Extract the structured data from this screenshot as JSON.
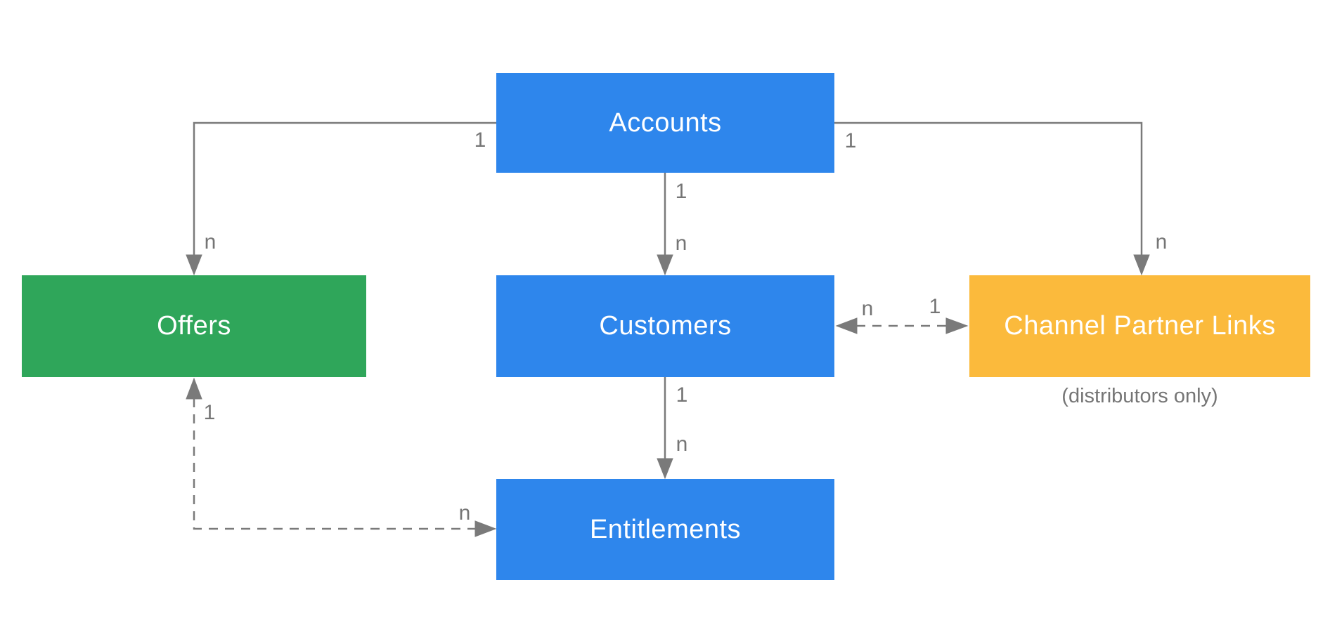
{
  "diagram": {
    "entities": {
      "accounts": {
        "label": "Accounts"
      },
      "offers": {
        "label": "Offers"
      },
      "customers": {
        "label": "Customers"
      },
      "channel_partner_links": {
        "label": "Channel Partner Links",
        "note": "(distributors only)"
      },
      "entitlements": {
        "label": "Entitlements"
      }
    },
    "relationships": {
      "accounts_offers": {
        "from": "Accounts",
        "to": "Offers",
        "from_card": "1",
        "to_card": "n",
        "line": "solid",
        "arrows": "to"
      },
      "accounts_customers": {
        "from": "Accounts",
        "to": "Customers",
        "from_card": "1",
        "to_card": "n",
        "line": "solid",
        "arrows": "to"
      },
      "accounts_channel_partner_links": {
        "from": "Accounts",
        "to": "Channel Partner Links",
        "from_card": "1",
        "to_card": "n",
        "line": "solid",
        "arrows": "to"
      },
      "customers_channel_partner_links": {
        "from": "Customers",
        "to": "Channel Partner Links",
        "from_card": "n",
        "to_card": "1",
        "line": "dashed",
        "arrows": "both"
      },
      "customers_entitlements": {
        "from": "Customers",
        "to": "Entitlements",
        "from_card": "1",
        "to_card": "n",
        "line": "solid",
        "arrows": "to"
      },
      "offers_entitlements": {
        "from": "Offers",
        "to": "Entitlements",
        "from_card": "1",
        "to_card": "n",
        "line": "dashed",
        "arrows": "both"
      }
    },
    "colors": {
      "entity_blue": "#2E86EC",
      "entity_green": "#2FA65A",
      "entity_yellow": "#FBBA3C",
      "entity_text": "#FFFFFF",
      "connector_gray": "#7A7A7A",
      "label_gray": "#757575",
      "background": "#FFFFFF"
    }
  }
}
